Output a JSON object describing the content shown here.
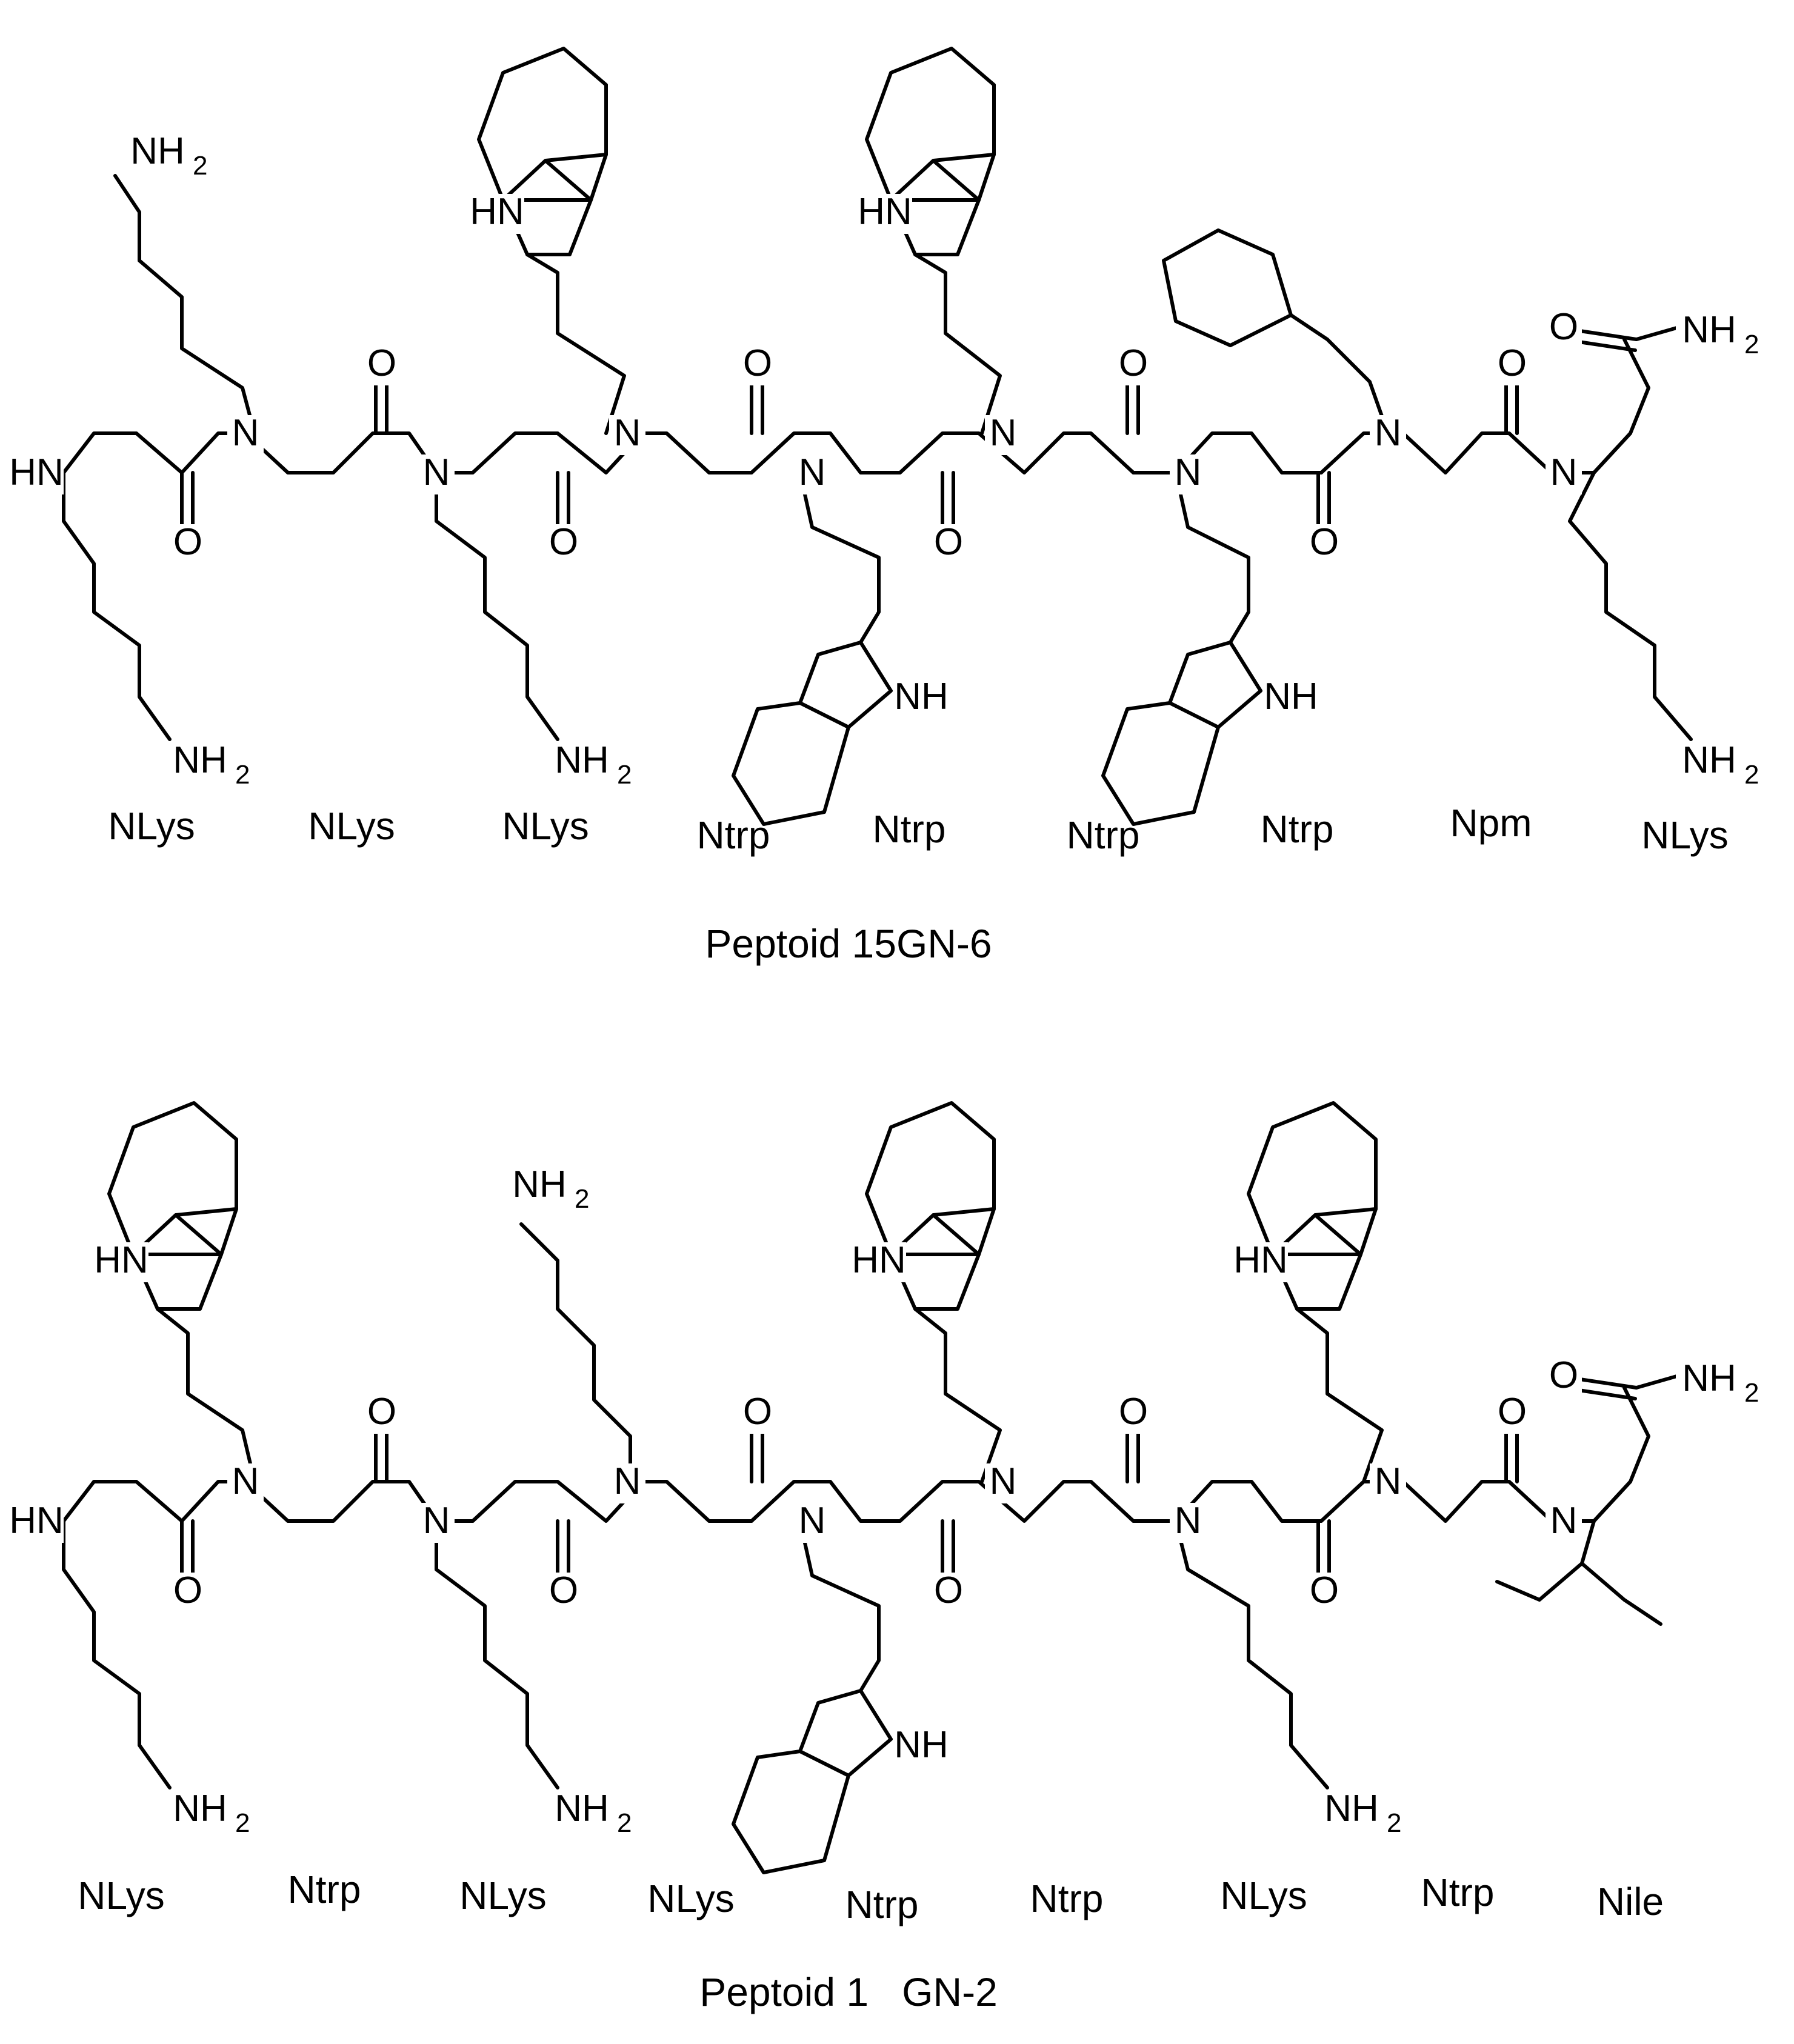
{
  "atoms": {
    "N": "N",
    "O": "O",
    "HN": "HN",
    "NH": "NH",
    "NH2": "NH",
    "sub2": "2"
  },
  "peptoid_a": {
    "caption": "Peptoid 15GN-6",
    "residues": [
      "NLys",
      "NLys",
      "NLys",
      "Ntrp",
      "Ntrp",
      "Ntrp",
      "Ntrp",
      "Npm",
      "NLys"
    ]
  },
  "peptoid_b": {
    "caption": "Peptoid 1   GN-2",
    "residues": [
      "NLys",
      "Ntrp",
      "NLys",
      "NLys",
      "Ntrp",
      "Ntrp",
      "NLys",
      "Ntrp",
      "Nile"
    ]
  }
}
